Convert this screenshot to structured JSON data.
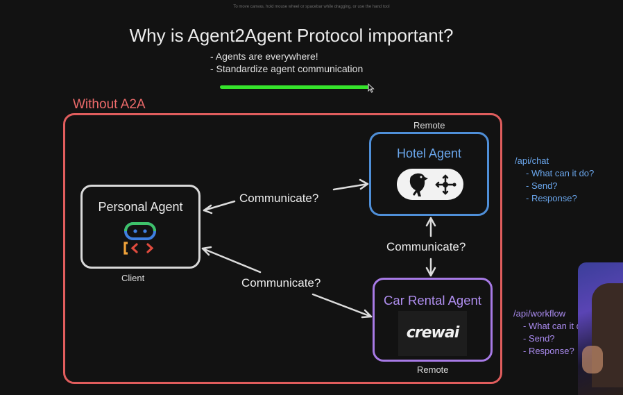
{
  "canvas_hint": "To move canvas, hold mouse wheel or spacebar while dragging, or use the hand tool",
  "title": "Why is Agent2Agent Protocol important?",
  "bullets": [
    "- Agents are everywhere!",
    "- Standardize agent communication"
  ],
  "section_label": "Without A2A",
  "nodes": {
    "personal": {
      "title": "Personal Agent",
      "caption": "Client"
    },
    "hotel": {
      "title": "Hotel Agent",
      "caption": "Remote"
    },
    "car": {
      "title": "Car Rental Agent",
      "caption": "Remote",
      "logo_text": "crewai"
    }
  },
  "edge_labels": {
    "personal_hotel": "Communicate?",
    "hotel_car": "Communicate?",
    "personal_car": "Communicate?"
  },
  "hotel_api": {
    "endpoint": "/api/chat",
    "items": [
      "- What can it do?",
      "- Send?",
      "- Response?"
    ]
  },
  "car_api": {
    "endpoint": "/api/workflow",
    "items": [
      "- What can it do?",
      "- Send?",
      "- Response?"
    ]
  },
  "colors": {
    "background": "#121212",
    "frame": "#e05d5d",
    "hotel": "#4f8fd8",
    "car": "#a77ae6",
    "progress": "#35e42b"
  },
  "icons": [
    "robot-brackets-icon",
    "parrot-icon",
    "network-arrows-icon",
    "crewai-logo",
    "cursor-icon"
  ]
}
